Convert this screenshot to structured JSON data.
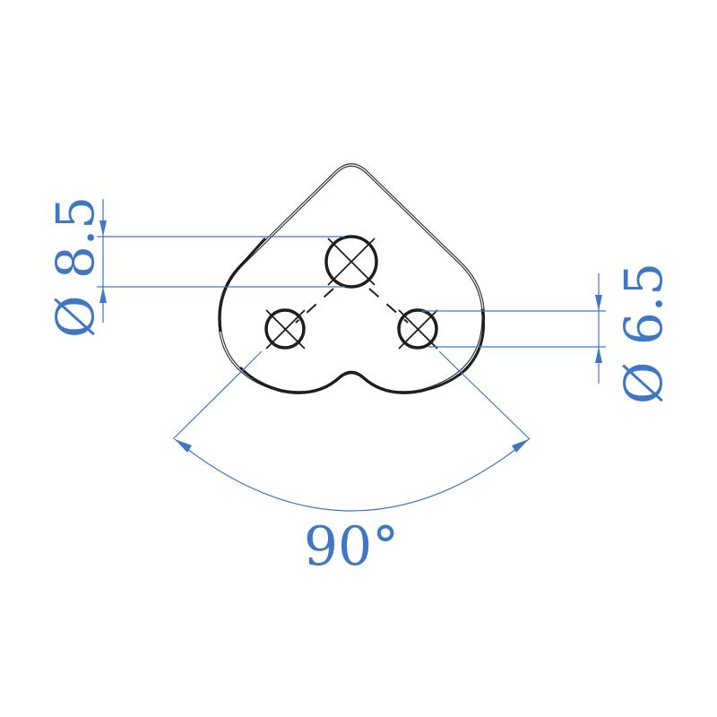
{
  "dimensions": {
    "large_hole": "Ø 8.5",
    "small_hole": "Ø 6.5",
    "angle": "90°"
  },
  "colors": {
    "dimension": "#3f77c4",
    "outline": "#1e1e1e"
  }
}
